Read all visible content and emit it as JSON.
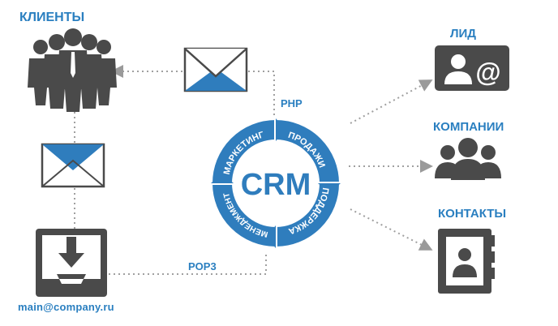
{
  "labels": {
    "clients": "КЛИЕНТЫ",
    "lead": "ЛИД",
    "companies": "КОМПАНИИ",
    "contacts": "КОНТАКТЫ",
    "email": "main@company.ru",
    "php": "PHP",
    "pop3": "POP3"
  },
  "crm": {
    "title": "CRM",
    "segments": [
      "ПРОДАЖИ",
      "ПОДДЕРЖКА",
      "МЕНЕДЖМЕНТ",
      "МАРКЕТИНГ"
    ]
  },
  "colors": {
    "accent": "#2a7fc0",
    "dark": "#4a4a4a",
    "envelope_blue": "#2f7dbd",
    "dots": "#9a9a9a"
  },
  "icons": {
    "clients": "people-group-icon",
    "lead": "user-at-icon",
    "companies": "users-group-icon",
    "contacts": "address-book-icon",
    "mail": "envelope-icon",
    "inbox": "inbox-download-icon"
  }
}
